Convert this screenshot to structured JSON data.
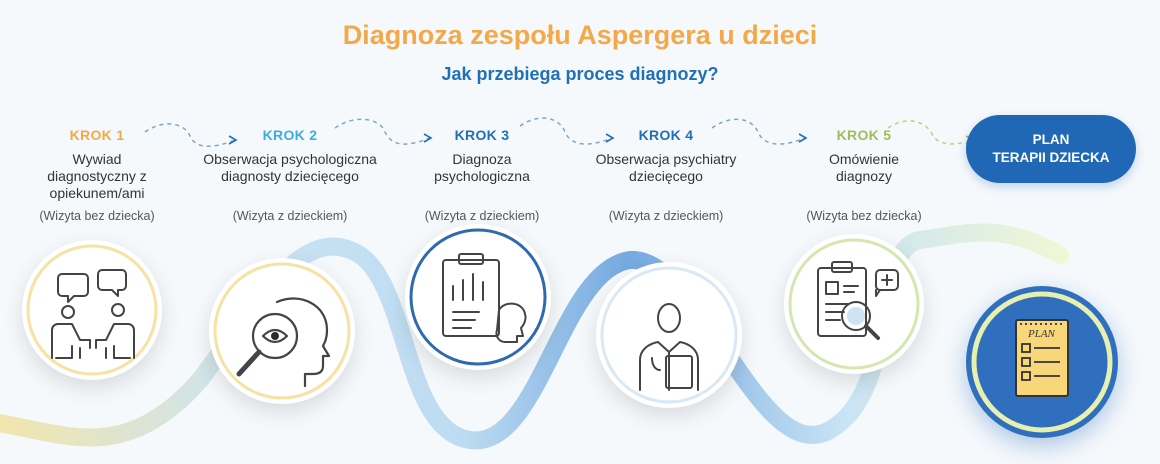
{
  "title": "Diagnoza zespołu Aspergera u dzieci",
  "subtitle": "Jak przebiega proces diagnozy?",
  "steps": [
    {
      "label": "KROK 1",
      "name": "Wywiad diagnostyczny z opiekunem/ami",
      "visit": "(Wizyta bez dziecka)",
      "color": "#f3a94a",
      "icon": "conversation-icon"
    },
    {
      "label": "KROK 2",
      "name": "Obserwacja psychologiczna diagnosty dziecięcego",
      "visit": "(Wizyta z dzieckiem)",
      "color": "#3aaee0",
      "icon": "eye-magnifier-icon"
    },
    {
      "label": "KROK 3",
      "name": "Diagnoza psychologiczna",
      "visit": "(Wizyta z dzieckiem)",
      "color": "#1f6fb9",
      "icon": "clipboard-chart-icon"
    },
    {
      "label": "KROK 4",
      "name": "Obserwacja psychiatry dziecięcego",
      "visit": "(Wizyta z dzieckiem)",
      "color": "#1f6fb9",
      "icon": "doctor-icon"
    },
    {
      "label": "KROK 5",
      "name": "Omówienie diagnozy",
      "visit": "(Wizyta bez dziecka)",
      "color": "#9fbd5a",
      "icon": "medical-report-icon"
    }
  ],
  "plan": {
    "line1": "PLAN",
    "line2": "TERAPII DZIECKA",
    "icon_text": "PLAN",
    "color": "#2068b6",
    "icon": "plan-checklist-icon"
  }
}
